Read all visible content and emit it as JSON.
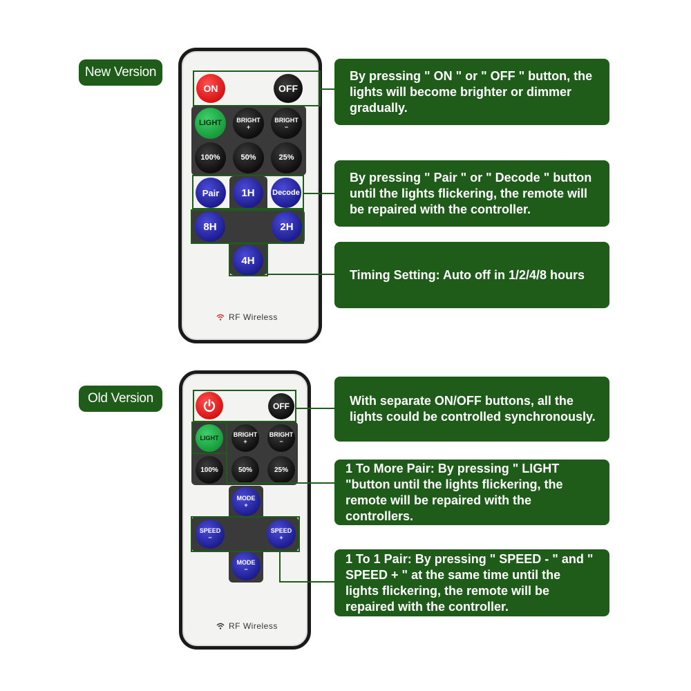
{
  "new": {
    "tag": "New Version",
    "remote": {
      "on": "ON",
      "off": "OFF",
      "light": "LIGHT",
      "bright_plus": "BRIGHT\n+",
      "bright_minus": "BRIGHT\n−",
      "p100": "100%",
      "p50": "50%",
      "p25": "25%",
      "pair": "Pair",
      "h1": "1H",
      "decode": "Decode",
      "h8": "8H",
      "h2": "2H",
      "h4": "4H",
      "rf": "RF Wireless"
    },
    "callouts": [
      "By pressing \" ON \" or \" OFF \" button, the lights will become brighter or dimmer gradually.",
      "By pressing \" Pair \" or \" Decode \" button until the lights flickering, the remote will be repaired with the controller.",
      "Timing Setting: Auto off in 1/2/4/8 hours"
    ]
  },
  "old": {
    "tag": "Old Version",
    "remote": {
      "off": "OFF",
      "light": "LIGHT",
      "bright_plus": "BRIGHT\n+",
      "bright_minus": "BRIGHT\n−",
      "p100": "100%",
      "p50": "50%",
      "p25": "25%",
      "mode_plus": "MODE\n+",
      "speed_minus": "SPEED\n−",
      "speed_plus": "SPEED\n+",
      "mode_minus": "MODE\n−",
      "rf": "RF Wireless"
    },
    "callouts": [
      "With separate ON/OFF buttons, all the lights could be controlled synchronously.",
      "1 To More Pair: By pressing \" LIGHT \"button until the lights flickering, the  remote will be repaired with the controllers.",
      "1 To 1 Pair: By pressing \" SPEED - \" and \" SPEED + \" at the same time until the lights flickering, the remote will be repaired with the controller."
    ]
  },
  "colors": {
    "callout_green": "#1f5c1a",
    "remote_body": "#f3f3f1",
    "button_blue": "#1a1a8a",
    "button_red": "#d40f0f",
    "button_green": "#149838"
  }
}
